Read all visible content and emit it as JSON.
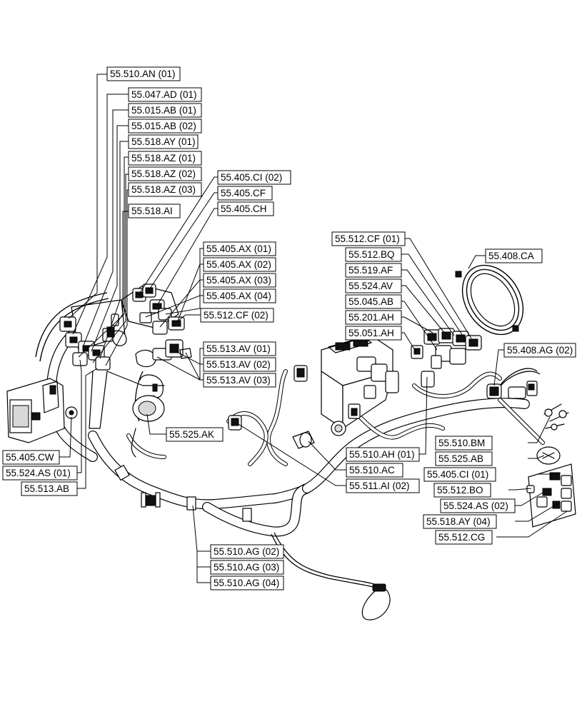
{
  "labels": [
    {
      "id": "l1",
      "text": "55.510.AN (01)"
    },
    {
      "id": "l2",
      "text": "55.047.AD (01)"
    },
    {
      "id": "l3",
      "text": "55.015.AB (01)"
    },
    {
      "id": "l4",
      "text": "55.015.AB (02)"
    },
    {
      "id": "l5",
      "text": "55.518.AY (01)"
    },
    {
      "id": "l6",
      "text": "55.518.AZ (01)"
    },
    {
      "id": "l7",
      "text": "55.518.AZ (02)"
    },
    {
      "id": "l8",
      "text": "55.518.AZ (03)"
    },
    {
      "id": "l9",
      "text": "55.518.AI"
    },
    {
      "id": "l10",
      "text": "55.405.CI (02)"
    },
    {
      "id": "l11",
      "text": "55.405.CF"
    },
    {
      "id": "l12",
      "text": "55.405.CH"
    },
    {
      "id": "l13",
      "text": "55.405.AX (01)"
    },
    {
      "id": "l14",
      "text": "55.405.AX (02)"
    },
    {
      "id": "l15",
      "text": "55.405.AX (03)"
    },
    {
      "id": "l16",
      "text": "55.405.AX (04)"
    },
    {
      "id": "l17",
      "text": "55.512.CF (02)"
    },
    {
      "id": "l18",
      "text": "55.513.AV (01)"
    },
    {
      "id": "l19",
      "text": "55.513.AV (02)"
    },
    {
      "id": "l20",
      "text": "55.513.AV (03)"
    },
    {
      "id": "l21",
      "text": "55.525.AK"
    },
    {
      "id": "l22",
      "text": "55.405.CW"
    },
    {
      "id": "l23",
      "text": "55.524.AS (01)"
    },
    {
      "id": "l24",
      "text": "55.513.AB"
    },
    {
      "id": "l25",
      "text": "55.512.CF (01)"
    },
    {
      "id": "l26",
      "text": "55.512.BQ"
    },
    {
      "id": "l27",
      "text": "55.519.AF"
    },
    {
      "id": "l28",
      "text": "55.524.AV"
    },
    {
      "id": "l29",
      "text": "55.045.AB"
    },
    {
      "id": "l30",
      "text": "55.201.AH"
    },
    {
      "id": "l31",
      "text": "55.051.AH"
    },
    {
      "id": "l32",
      "text": "55.408.CA"
    },
    {
      "id": "l33",
      "text": "55.408.AG (02)"
    },
    {
      "id": "l34",
      "text": "55.510.BM"
    },
    {
      "id": "l35",
      "text": "55.525.AB"
    },
    {
      "id": "l36",
      "text": "55.405.CI (01)"
    },
    {
      "id": "l37",
      "text": "55.512.BO"
    },
    {
      "id": "l38",
      "text": "55.524.AS (02)"
    },
    {
      "id": "l39",
      "text": "55.518.AY (04)"
    },
    {
      "id": "l40",
      "text": "55.512.CG"
    },
    {
      "id": "l41",
      "text": "55.510.AH (01)"
    },
    {
      "id": "l42",
      "text": "55.510.AC"
    },
    {
      "id": "l43",
      "text": "55.511.AI (02)"
    },
    {
      "id": "l44",
      "text": "55.510.AG (02)"
    },
    {
      "id": "l45",
      "text": "55.510.AG (03)"
    },
    {
      "id": "l46",
      "text": "55.510.AG (04)"
    }
  ]
}
